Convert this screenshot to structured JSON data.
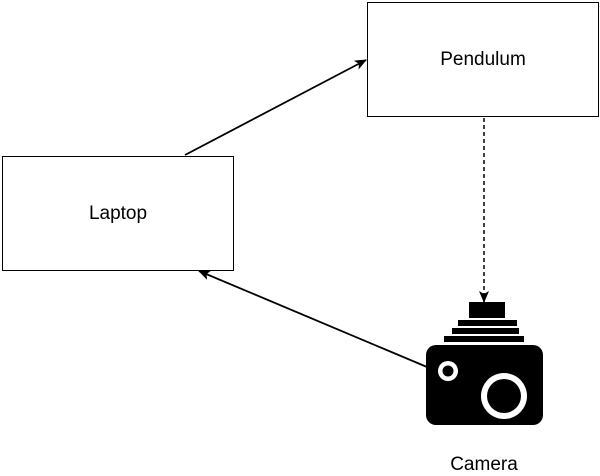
{
  "diagram": {
    "nodes": {
      "laptop": {
        "label": "Laptop"
      },
      "pendulum": {
        "label": "Pendulum"
      },
      "camera": {
        "label": "Camera",
        "icon": "camera-icon"
      }
    },
    "edges": [
      {
        "from": "laptop",
        "to": "pendulum",
        "style": "solid"
      },
      {
        "from": "pendulum",
        "to": "camera",
        "style": "dashed"
      },
      {
        "from": "camera",
        "to": "laptop",
        "style": "solid"
      }
    ],
    "colors": {
      "stroke": "#000000",
      "background": "#ffffff"
    }
  }
}
